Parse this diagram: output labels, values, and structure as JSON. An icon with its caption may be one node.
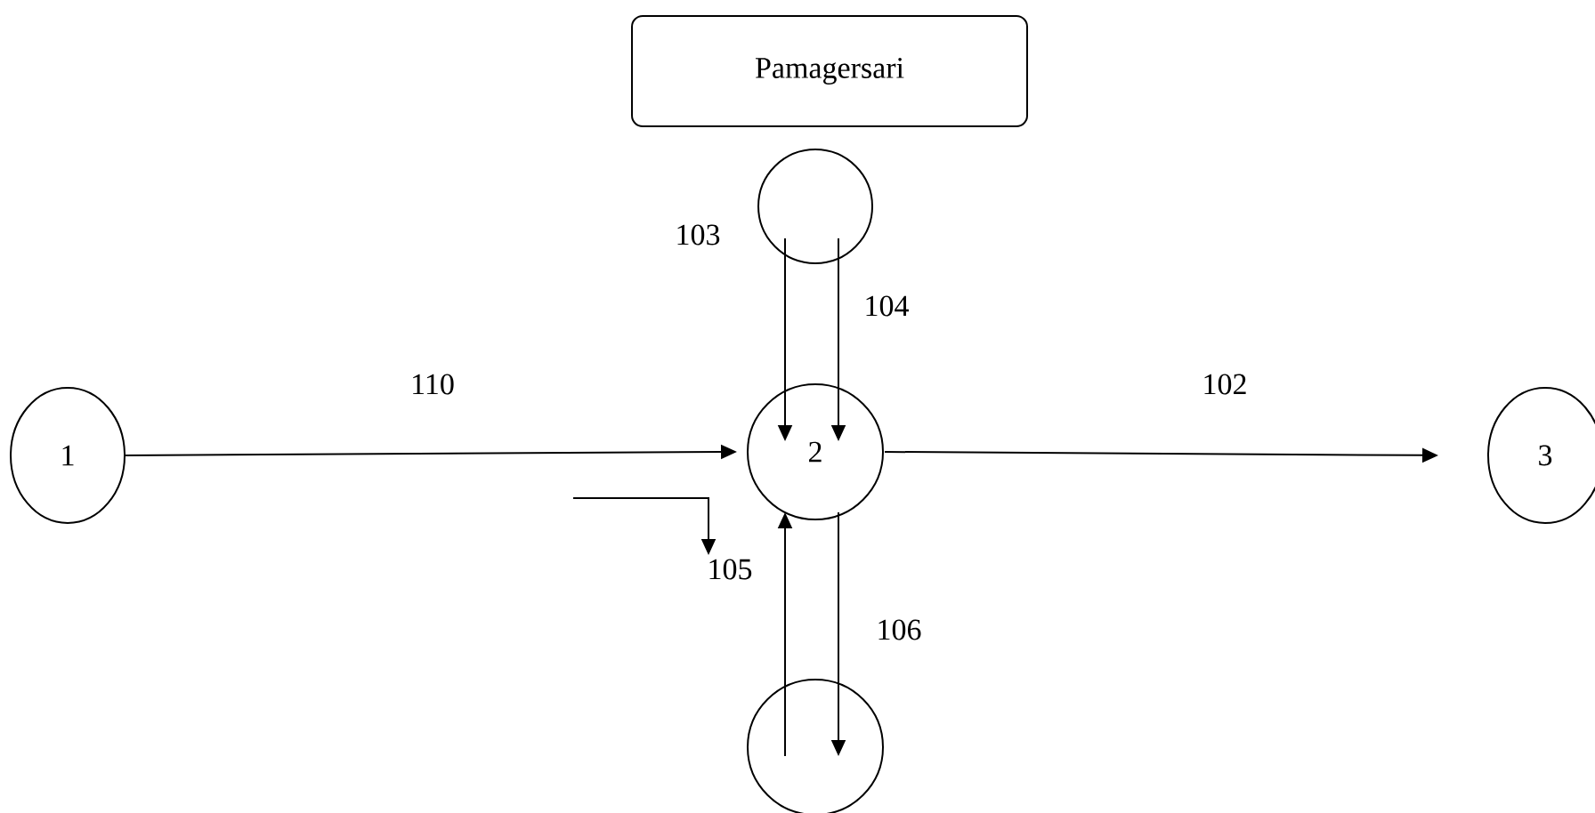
{
  "diagram": {
    "nodes": [
      {
        "text": [
          "Pamagersari"
        ]
      },
      {
        "text": [],
        "shape": "circle"
      },
      {
        "text": [
          "1"
        ]
      },
      {
        "text": [
          "2"
        ]
      },
      {
        "text": [
          "3"
        ]
      },
      {
        "text": [],
        "shape": "circle"
      }
    ],
    "edges": [
      {
        "from": 2,
        "to": 3,
        "arrow": "to",
        "label": "110"
      },
      {
        "from": 3,
        "to": 4,
        "arrow": "to",
        "label": "102"
      },
      {
        "from": 1,
        "to": 3,
        "arrow": "to",
        "label": "103"
      },
      {
        "from": 1,
        "to": 3,
        "arrow": "to",
        "label": "104"
      },
      {
        "from": 5,
        "to": 3,
        "arrow": "to"
      },
      {
        "from": 3,
        "to": 5,
        "arrow": "to",
        "label": "106"
      }
    ],
    "labels": [
      "105"
    ]
  }
}
